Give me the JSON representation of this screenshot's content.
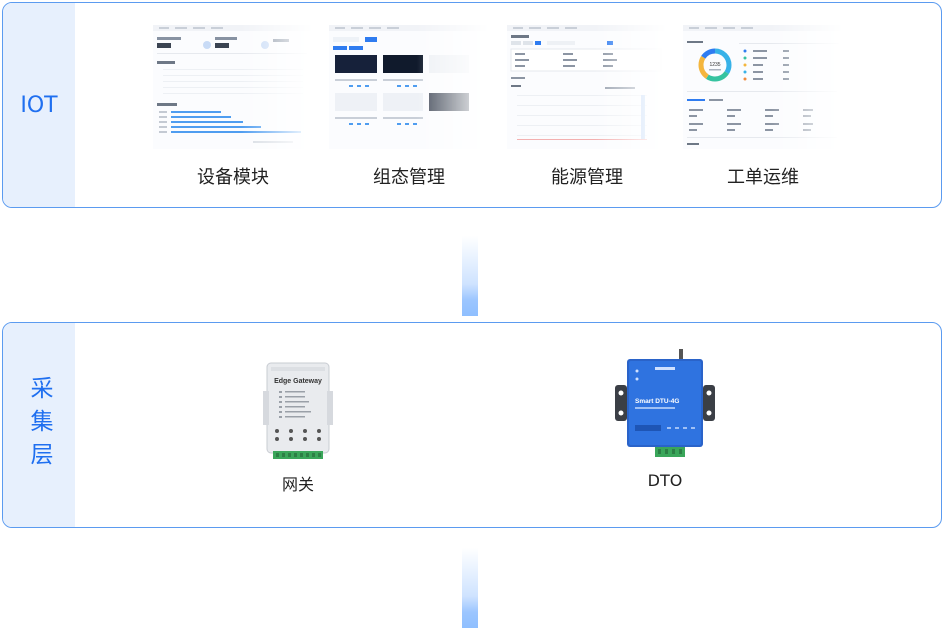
{
  "iot_layer": {
    "label": "IOT",
    "modules": [
      {
        "label": "设备模块"
      },
      {
        "label": "组态管理"
      },
      {
        "label": "能源管理"
      },
      {
        "label": "工单运维"
      }
    ],
    "donut_value": "1235"
  },
  "acquisition_layer": {
    "label": "采集层",
    "devices": [
      {
        "label": "网关",
        "device_text": "Edge Gateway"
      },
      {
        "label": "DTO",
        "device_text": "Smart DTU-4G"
      }
    ]
  },
  "colors": {
    "border": "#5b9bf0",
    "label_bg": "#e7f0fd",
    "label_text": "#1f6ff0",
    "connector": "#8fbfff"
  }
}
